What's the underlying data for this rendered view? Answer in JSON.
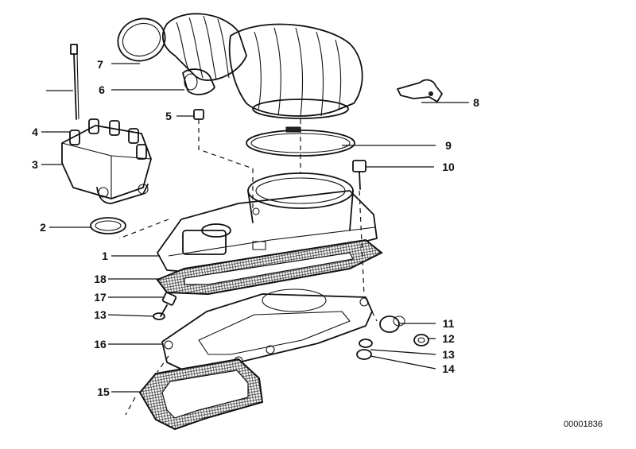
{
  "diagram_ref": "00001836",
  "callouts": [
    {
      "id": "c1",
      "text": "1"
    },
    {
      "id": "c2",
      "text": "2"
    },
    {
      "id": "c3",
      "text": "3"
    },
    {
      "id": "c4",
      "text": "4"
    },
    {
      "id": "c5",
      "text": "5"
    },
    {
      "id": "c6",
      "text": "6"
    },
    {
      "id": "c7",
      "text": "7"
    },
    {
      "id": "c8",
      "text": "8"
    },
    {
      "id": "c9",
      "text": "9"
    },
    {
      "id": "c10",
      "text": "10"
    },
    {
      "id": "c11",
      "text": "11"
    },
    {
      "id": "c12",
      "text": "12"
    },
    {
      "id": "c13a",
      "text": "13"
    },
    {
      "id": "c13b",
      "text": "13"
    },
    {
      "id": "c14",
      "text": "14"
    },
    {
      "id": "c15",
      "text": "15"
    },
    {
      "id": "c16",
      "text": "16"
    },
    {
      "id": "c17",
      "text": "17"
    },
    {
      "id": "c18",
      "text": "18"
    }
  ]
}
